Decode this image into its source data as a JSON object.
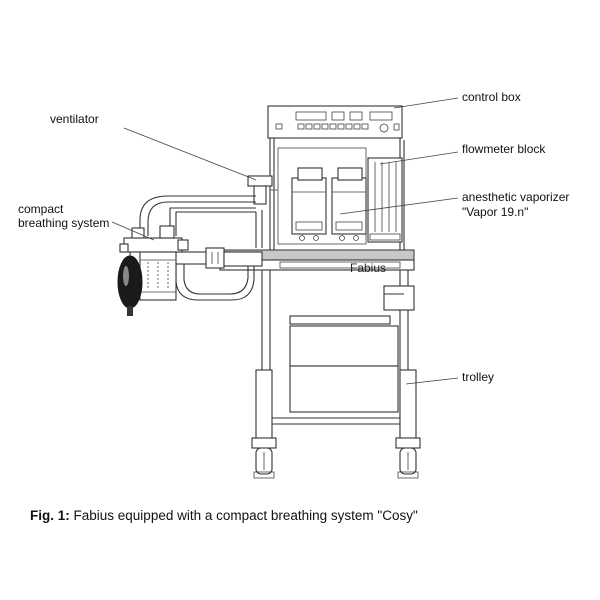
{
  "labels": {
    "control_box": "control box",
    "ventilator": "ventilator",
    "flowmeter_block": "flowmeter block",
    "compact_line1": "compact",
    "compact_line2": "breathing system",
    "vaporizer_line1": "anesthetic vaporizer",
    "vaporizer_line2": "\"Vapor 19.n\"",
    "trolley": "trolley",
    "machine_name": "Fabius"
  },
  "caption": {
    "prefix": "Fig.  1:",
    "text": "Fabius equipped with a compact breathing system \"Cosy\""
  },
  "colors": {
    "line": "#333333",
    "shelf": "#c8c8c8",
    "bag": "#1a1a1a"
  }
}
